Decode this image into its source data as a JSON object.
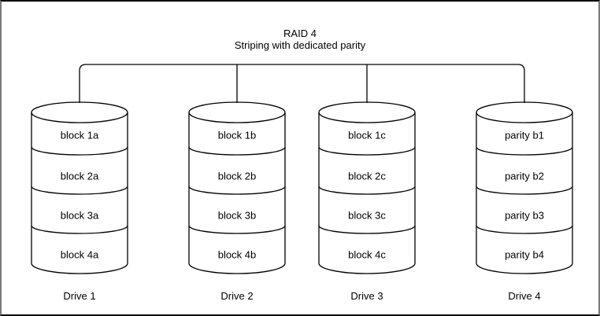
{
  "title": {
    "line1": "RAID 4",
    "line2": "Striping with dedicated parity"
  },
  "drives": [
    {
      "label": "Drive 1",
      "blocks": [
        "block 1a",
        "block 2a",
        "block 3a",
        "block 4a"
      ]
    },
    {
      "label": "Drive 2",
      "blocks": [
        "block 1b",
        "block 2b",
        "block 3b",
        "block 4b"
      ]
    },
    {
      "label": "Drive 3",
      "blocks": [
        "block 1c",
        "block 2c",
        "block 3c",
        "block 4c"
      ]
    },
    {
      "label": "Drive 4",
      "blocks": [
        "parity b1",
        "parity b2",
        "parity b3",
        "parity b4"
      ]
    }
  ],
  "colors": {
    "stroke": "#000000",
    "background": "#ffffff"
  }
}
